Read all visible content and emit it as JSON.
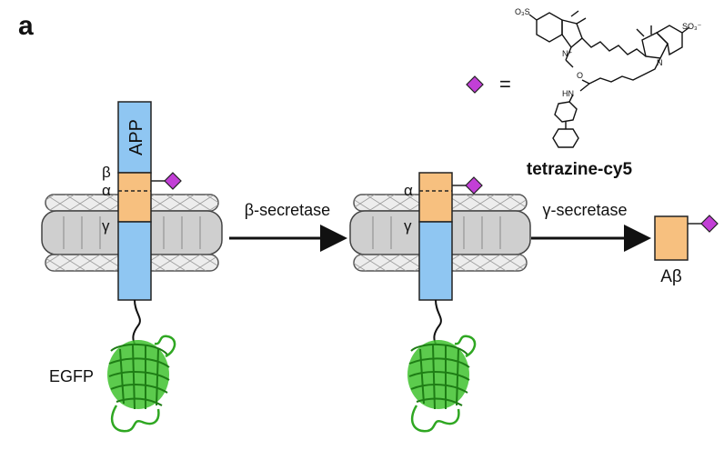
{
  "panel_label": "a",
  "labels": {
    "app": "APP",
    "beta": "β",
    "alpha": "α",
    "gamma": "γ",
    "alpha2": "α",
    "gamma2": "γ",
    "egfp": "EGFP",
    "abeta": "Aβ",
    "beta_secretase": "β-secretase",
    "gamma_secretase": "γ-secretase",
    "equals": "=",
    "tetrazine": "tetrazine-cy5",
    "so3_left": "O₃S",
    "so3_right": "SO₃⁻",
    "n_plus": "N⁺",
    "n_right": "N",
    "hn": "HN",
    "o": "O"
  },
  "colors": {
    "app_blue": "#8fc6f2",
    "cleavage_orange": "#f7c07f",
    "marker_purple": "#c23fd6",
    "membrane_gray": "#cfcfcf",
    "egfp_green": "#3fc22e"
  }
}
